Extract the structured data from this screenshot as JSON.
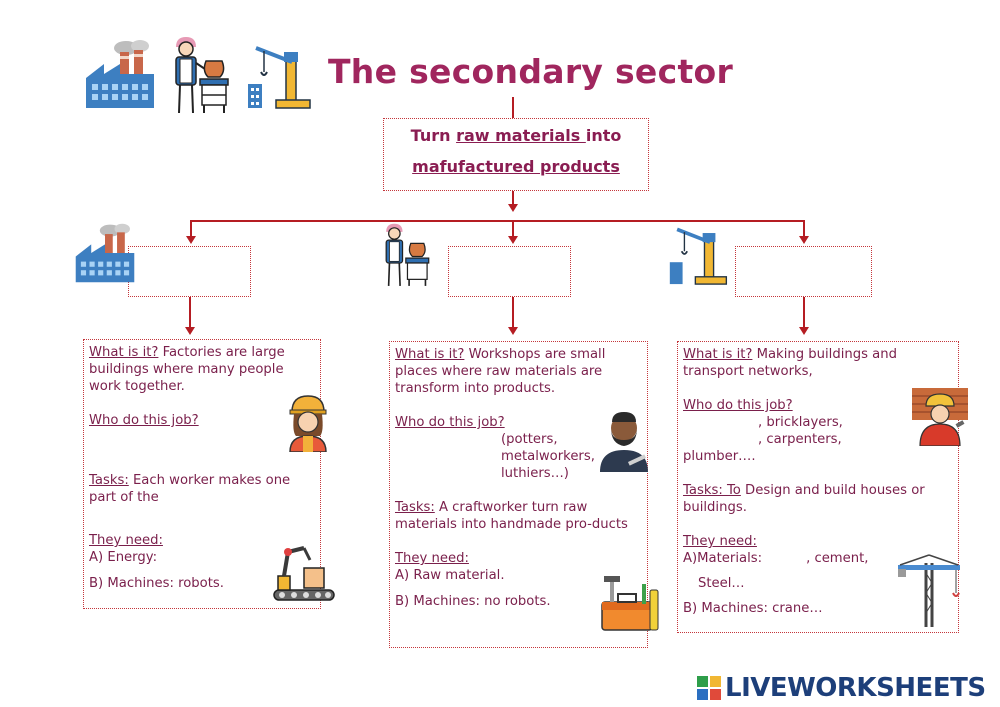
{
  "title": "The secondary sector",
  "top_box": {
    "line1_prefix": "Turn ",
    "line1_underlined": "raw materials ",
    "line1_suffix": "into",
    "line2": "mafufactured products"
  },
  "cards": {
    "factory": {
      "what_label": "What is it?",
      "what_text": " Factories are large buildings where many people work together.",
      "who_label": "Who do this job?",
      "tasks_label": "Tasks:",
      "tasks_text": " Each worker makes one part of the",
      "need_label": "They need:",
      "need_a": "A) Energy:",
      "need_b": "B) Machines: robots."
    },
    "workshop": {
      "what_label": "What is it?",
      "what_text": " Workshops are small places where raw materials are transform into products.",
      "who_label": "Who do this job?",
      "who_text": "(potters, metalworkers, luthiers…)",
      "tasks_label": "Tasks:",
      "tasks_text": " A craftworker turn raw materials into handmade pro-ducts",
      "need_label": "They need:",
      "need_a": "A) Raw material.",
      "need_b": "B) Machines:  no robots."
    },
    "construction": {
      "what_label": "What is it?",
      "what_text": " Making buildings and transport networks,",
      "who_label": "Who do this job?",
      "who_line1": ", bricklayers,",
      "who_line2": ", carpenters,",
      "who_line3": "plumber….",
      "tasks_label": "Tasks: To",
      "tasks_text": " Design and build houses or buildings.",
      "need_label": "They need:",
      "need_a1": "A)Materials:",
      "need_a2": ", cement,",
      "need_a3": "Steel…",
      "need_b": "B) Machines: crane…"
    }
  },
  "brand": "LIVEWORKSHEETS",
  "colors": {
    "title": "#a0265e",
    "text": "#7a1f4b",
    "lines": "#b51d23",
    "brand": "#1d3f7a"
  }
}
